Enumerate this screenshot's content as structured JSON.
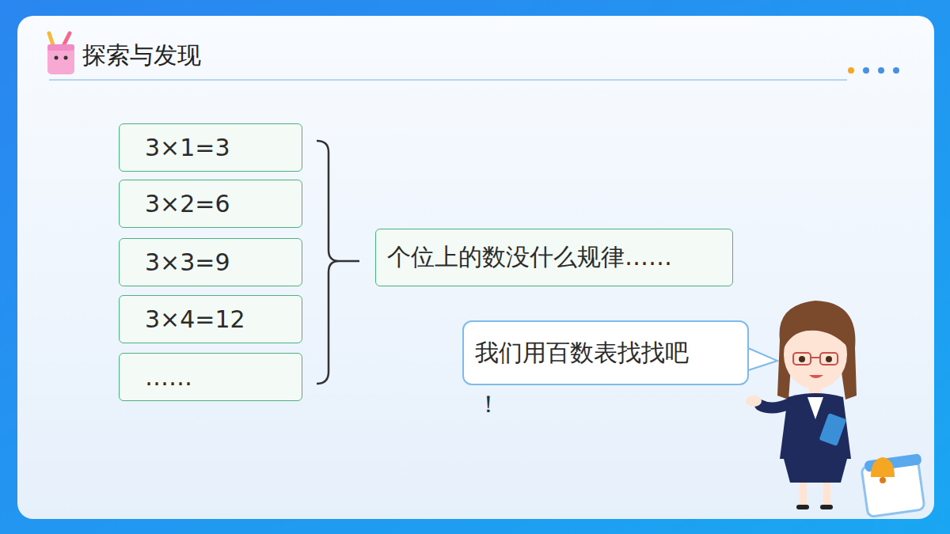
{
  "diagram": {
    "title": "探索与发现",
    "nodes": [
      {
        "text": [
          "3×1=3"
        ]
      },
      {
        "text": [
          "3×2=6"
        ]
      },
      {
        "text": [
          "3×3=9"
        ]
      },
      {
        "text": [
          "3×4=12"
        ]
      },
      {
        "text": [
          "……"
        ]
      },
      {
        "text": [
          "个位上的数没什么规律……"
        ]
      },
      {
        "text": [
          "我们用百数表找找吧",
          "！"
        ]
      }
    ]
  }
}
